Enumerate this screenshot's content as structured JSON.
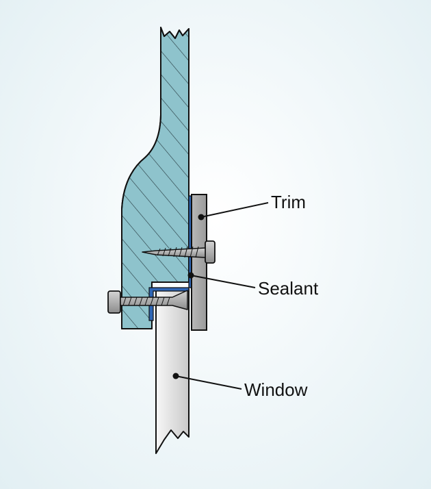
{
  "labels": {
    "trim": "Trim",
    "sealant": "Sealant",
    "window": "Window"
  },
  "colors": {
    "wood_frame": "#8ec3cc",
    "hatch": "#2a3f45",
    "trim_metal": "#a9a9a9",
    "sealant": "#2f66b5",
    "window_glass_light": "#f4f4f4",
    "window_glass_dark": "#cfcfcf",
    "screw": "#9a9a9a",
    "outline": "#111111"
  }
}
